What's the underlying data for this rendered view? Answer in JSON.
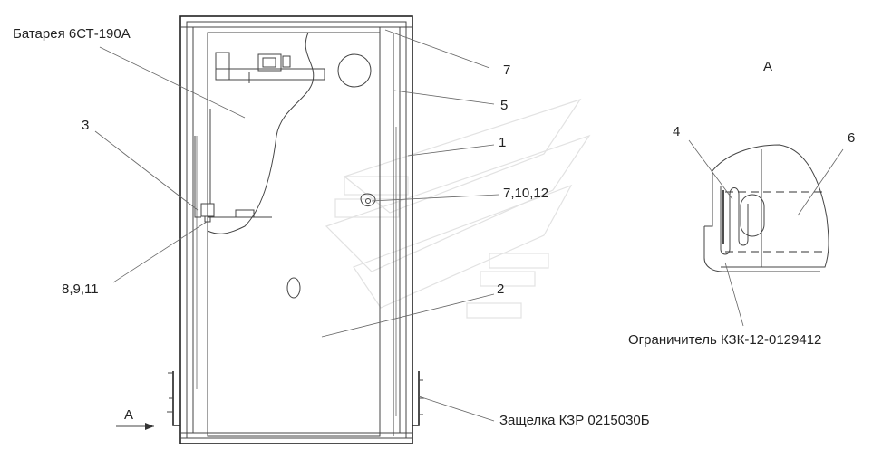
{
  "labels": {
    "battery": "Батарея 6СТ-190А",
    "p7": "7",
    "p5": "5",
    "p1": "1",
    "p3": "3",
    "p71012": "7,10,12",
    "p8911": "8,9,11",
    "p2": "2",
    "latch": "Защелка КЗР 0215030Б",
    "viewA_title": "А",
    "p4": "4",
    "p6": "6",
    "limiter": "Ограничитель КЗК-12-0129412",
    "arrowA": "А"
  }
}
